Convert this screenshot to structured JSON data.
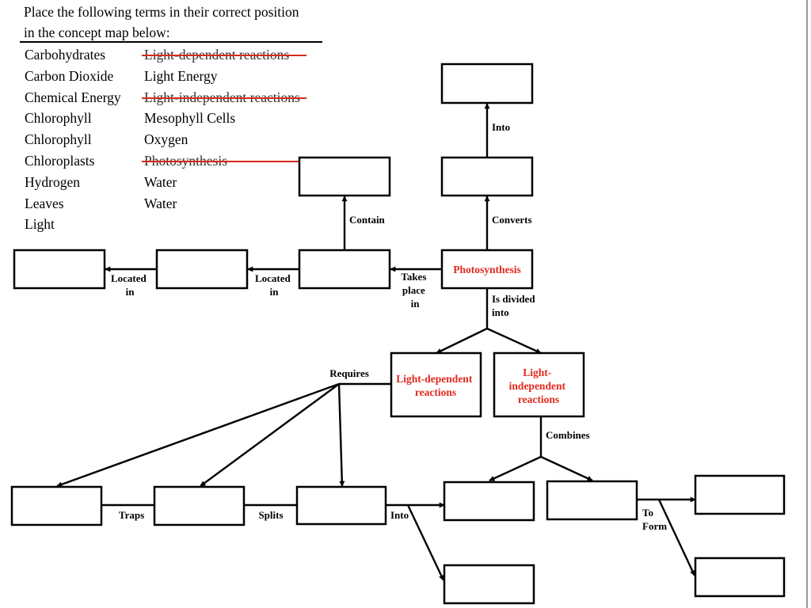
{
  "instructions": {
    "line1": "Place the following terms in their correct position",
    "line2": "in the concept map below:"
  },
  "terms_left": [
    {
      "text": "Carbohydrates",
      "struck": false
    },
    {
      "text": "Carbon Dioxide",
      "struck": false
    },
    {
      "text": "Chemical Energy",
      "struck": false
    },
    {
      "text": "Chlorophyll",
      "struck": false
    },
    {
      "text": "Chlorophyll",
      "struck": false
    },
    {
      "text": "Chloroplasts",
      "struck": false
    },
    {
      "text": "Hydrogen",
      "struck": false
    },
    {
      "text": "Leaves",
      "struck": false
    },
    {
      "text": "Light",
      "struck": false
    }
  ],
  "terms_right": [
    {
      "text": "Light-dependent reactions",
      "struck": true
    },
    {
      "text": "Light Energy",
      "struck": false
    },
    {
      "text": "Light-independent reactions",
      "struck": true
    },
    {
      "text": "Mesophyll Cells",
      "struck": false
    },
    {
      "text": "Oxygen",
      "struck": false
    },
    {
      "text": "Photosynthesis",
      "struck": true
    },
    {
      "text": "Water",
      "struck": false
    },
    {
      "text": "Water",
      "struck": false
    }
  ],
  "map": {
    "photosynthesis": "Photosynthesis",
    "light_dependent": [
      "Light-dependent",
      "reactions"
    ],
    "light_independent": [
      "Light-",
      "independent",
      "reactions"
    ],
    "links": {
      "into_top": "Into",
      "converts": "Converts",
      "contain": "Contain",
      "takes_place_in": [
        "Takes",
        "place",
        "in"
      ],
      "located_in_1": [
        "Located",
        "in"
      ],
      "located_in_2": [
        "Located",
        "in"
      ],
      "is_divided_into": [
        "Is divided",
        "into"
      ],
      "requires": "Requires",
      "combines": "Combines",
      "traps": "Traps",
      "splits": "Splits",
      "into_bottom": "Into",
      "to_form": [
        "To",
        "Form"
      ]
    }
  },
  "colors": {
    "concept_red": "#e0291e",
    "strike_red": "#d42a1c"
  }
}
